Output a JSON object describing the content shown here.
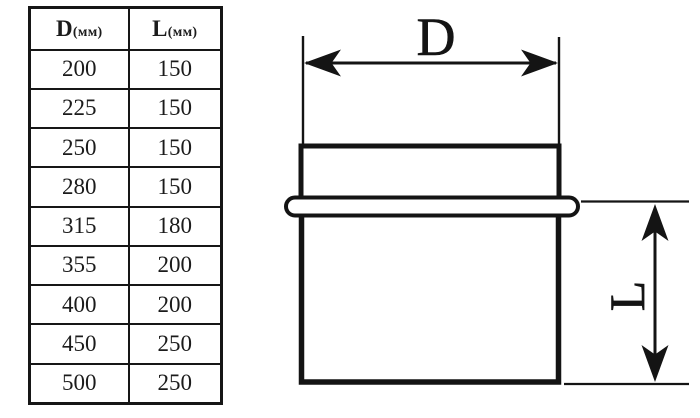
{
  "page": {
    "background": "#ffffff",
    "line_color": "#141414"
  },
  "table": {
    "header": [
      {
        "letter": "D",
        "unit": "(мм)"
      },
      {
        "letter": "L",
        "unit": "(мм)"
      }
    ],
    "rows": [
      [
        "200",
        "150"
      ],
      [
        "225",
        "150"
      ],
      [
        "250",
        "150"
      ],
      [
        "280",
        "150"
      ],
      [
        "315",
        "180"
      ],
      [
        "355",
        "200"
      ],
      [
        "400",
        "200"
      ],
      [
        "450",
        "250"
      ],
      [
        "500",
        "250"
      ]
    ]
  },
  "diagram": {
    "d_label": "D",
    "l_label": "L"
  }
}
